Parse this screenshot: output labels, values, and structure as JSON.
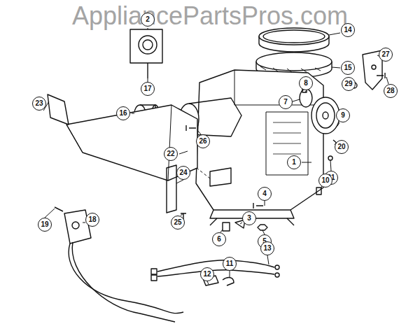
{
  "diagram": {
    "nodes": [
      {
        "text": [
          "2"
        ]
      },
      {
        "text": [
          "14"
        ]
      },
      {
        "text": [
          "27"
        ]
      },
      {
        "text": [
          "15"
        ]
      },
      {
        "text": [
          "8"
        ]
      },
      {
        "text": [
          "29"
        ]
      },
      {
        "text": [
          "17"
        ]
      },
      {
        "text": [
          "7"
        ]
      },
      {
        "text": [
          "23"
        ]
      },
      {
        "text": [
          "16"
        ]
      },
      {
        "text": [
          "9"
        ]
      },
      {
        "text": [
          "26"
        ]
      },
      {
        "text": [
          "28"
        ]
      },
      {
        "text": [
          "20"
        ]
      },
      {
        "text": [
          "22"
        ]
      },
      {
        "text": [
          "1"
        ]
      },
      {
        "text": [
          "21"
        ]
      },
      {
        "text": [
          "24"
        ]
      },
      {
        "text": [
          "10"
        ]
      },
      {
        "text": [
          "4"
        ]
      },
      {
        "text": [
          "25"
        ]
      },
      {
        "text": [
          "19"
        ]
      },
      {
        "text": [
          "6"
        ]
      },
      {
        "text": [
          "5"
        ]
      },
      {
        "text": [
          "18"
        ]
      },
      {
        "text": [
          "3"
        ]
      },
      {
        "text": [
          "13"
        ]
      },
      {
        "text": [
          "11"
        ]
      },
      {
        "text": [
          "12"
        ]
      }
    ],
    "labels": [
      "AppliancePartsPros.com"
    ]
  }
}
